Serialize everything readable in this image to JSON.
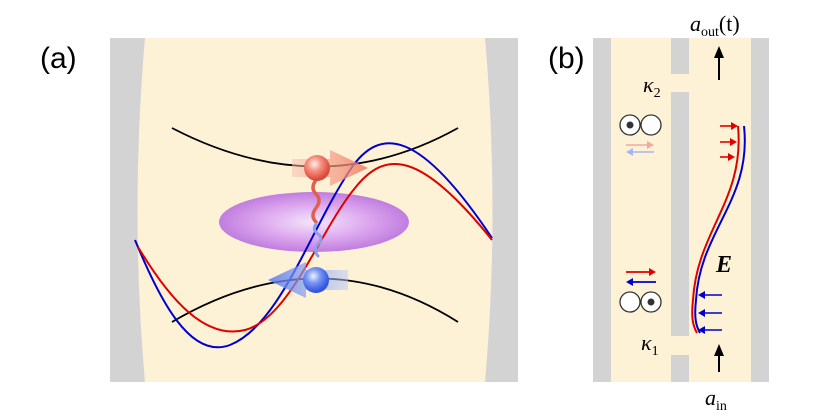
{
  "panels": {
    "a": {
      "label": "(a)"
    },
    "b": {
      "label": "(b)",
      "output_label": {
        "symbol": "a",
        "subscript": "out",
        "suffix": "(t)"
      },
      "input_label": {
        "symbol": "a",
        "subscript": "in"
      },
      "mirror_top_label": {
        "symbol": "κ",
        "subscript": "2"
      },
      "mirror_bottom_label": {
        "symbol": "κ",
        "subscript": "1"
      },
      "field_label": "E"
    }
  },
  "colors": {
    "cavity_fill": "#fdf1d6",
    "mirror_gray": "#d3d3d3",
    "red_mode": "#e00000",
    "blue_mode": "#0000cc",
    "red_particle": "#f08070",
    "blue_particle": "#5577ee",
    "interaction_cloud": "#cc88ee"
  },
  "icons": [
    "arrow-up-icon",
    "coupled-dots-icon",
    "particle-red-icon",
    "particle-blue-icon"
  ]
}
